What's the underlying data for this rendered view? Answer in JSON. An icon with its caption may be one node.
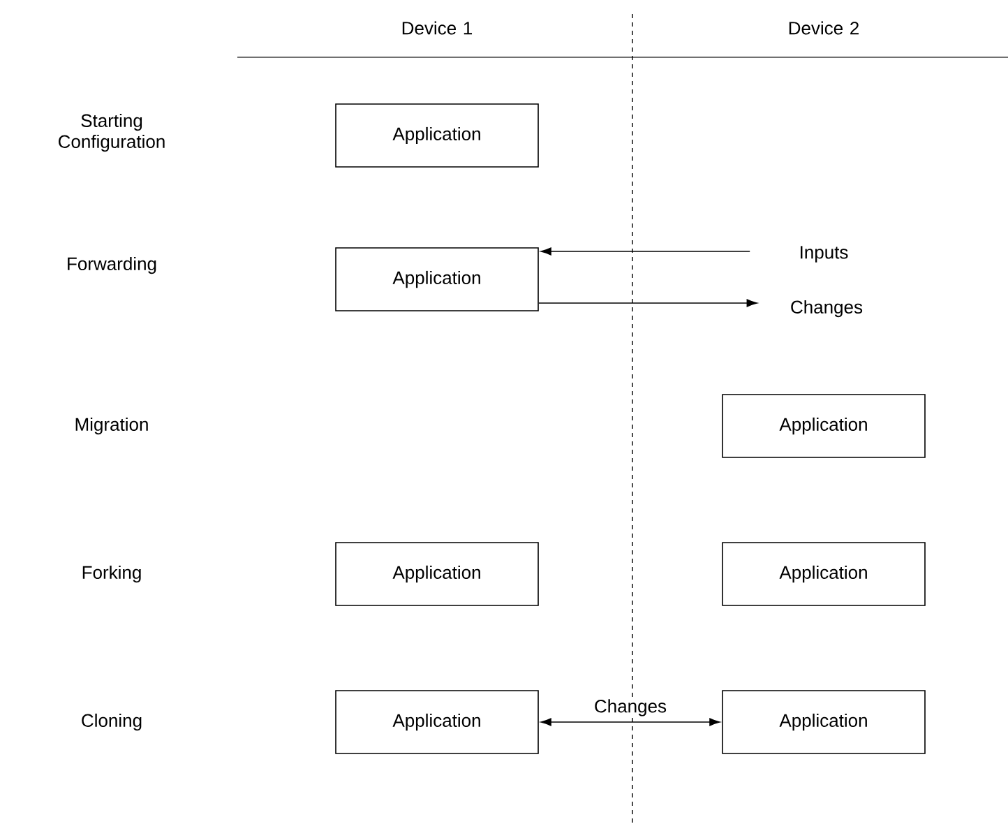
{
  "diagram": {
    "nodes": [
      {
        "text": [
          "Application"
        ]
      },
      {
        "text": [
          "Application"
        ]
      },
      {
        "text": [
          "Inputs"
        ]
      },
      {
        "text": [
          "Changes"
        ]
      },
      {
        "text": [
          "Application"
        ]
      },
      {
        "text": [
          "Application"
        ]
      },
      {
        "text": [
          "Application"
        ]
      },
      {
        "text": [
          "Application"
        ]
      },
      {
        "text": [
          "Application"
        ]
      }
    ],
    "edges": [
      {
        "from": 2,
        "to": 1,
        "arrow": "to"
      },
      {
        "from": 1,
        "to": 3,
        "arrow": "to"
      },
      {
        "from": 7,
        "to": 8,
        "arrow": "both",
        "label": "Changes"
      }
    ],
    "labels": [
      "Device 1",
      "Device 2",
      "Starting Configuration",
      "Forwarding",
      "Migration",
      "Forking",
      "Cloning"
    ]
  }
}
